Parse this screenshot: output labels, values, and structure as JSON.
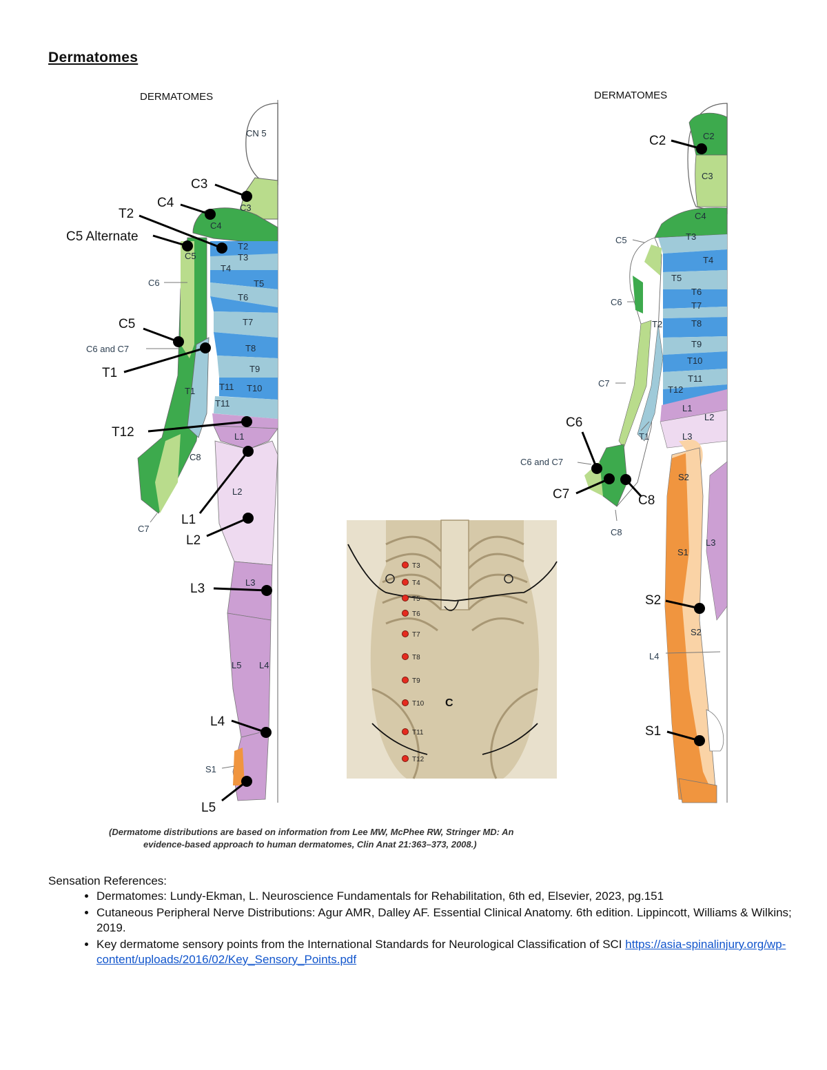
{
  "page_title": "Dermatomes",
  "figure_left": {
    "heading": "DERMATOMES",
    "caption_line1": "(Dermatome distributions are based on information from Lee MW, McPhee RW, Stringer MD: An",
    "caption_line2": "evidence-based approach to human dermatomes, Clin Anat 21:363–373, 2008.)",
    "segment_labels": {
      "cn5": "CN 5",
      "c3": "C3",
      "c4": "C4",
      "c5": "C5",
      "t2": "T2",
      "t3": "T3",
      "t4": "T4",
      "t5": "T5",
      "t6": "T6",
      "t7": "T7",
      "t8": "T8",
      "t9": "T9",
      "t10": "T10",
      "t11a": "T11",
      "t11b": "T11",
      "t1": "T1",
      "l1": "L1",
      "l2": "L2",
      "l3": "L3",
      "l4": "L4",
      "l5": "L5",
      "c8": "C8"
    },
    "side_labels": {
      "c6": "C6",
      "c6c7": "C6 and C7",
      "c7": "C7",
      "s1": "S1"
    },
    "callouts": {
      "c3": "C3",
      "c4": "C4",
      "t2": "T2",
      "c5alt": "C5 Alternate",
      "c5": "C5",
      "t1": "T1",
      "t12": "T12",
      "l1": "L1",
      "l2": "L2",
      "l3": "L3",
      "l4": "L4",
      "l5": "L5"
    }
  },
  "figure_center": {
    "points": [
      "T3",
      "T4",
      "T5",
      "T6",
      "T7",
      "T8",
      "T9",
      "T10",
      "T11",
      "T12"
    ],
    "umbilicus_label": "C"
  },
  "figure_right": {
    "heading": "DERMATOMES",
    "segment_labels": {
      "c2": "C2",
      "c3": "C3",
      "c4": "C4",
      "t3": "T3",
      "t4": "T4",
      "t5": "T5",
      "t6": "T6",
      "t7": "T7",
      "t8": "T8",
      "t9": "T9",
      "t10": "T10",
      "t11": "T11",
      "t12": "T12",
      "t2": "T2",
      "l1": "L1",
      "l2": "L2",
      "l3a": "L3",
      "s2a": "S2",
      "s1": "S1",
      "s2b": "S2",
      "l3b": "L3"
    },
    "side_labels": {
      "c5": "C5",
      "c6": "C6",
      "c7": "C7",
      "t1": "T1",
      "c6c7": "C6 and C7",
      "c8": "C8",
      "l4": "L4"
    },
    "callouts": {
      "c2": "C2",
      "c6": "C6",
      "c7": "C7",
      "c8": "C8",
      "s2": "S2",
      "s1": "S1"
    }
  },
  "references": {
    "heading": "Sensation References:",
    "items": [
      {
        "text": "Dermatomes: Lundy-Ekman, L. Neuroscience Fundamentals for Rehabilitation, 6th ed, Elsevier, 2023, pg.151"
      },
      {
        "text": "Cutaneous Peripheral Nerve Distributions: Agur AMR, Dalley AF. Essential Clinical Anatomy. 6th edition. Lippincott, Williams & Wilkins; 2019."
      },
      {
        "text": "Key dermatome sensory points from the International Standards for Neurological Classification of SCI ",
        "link": "https://asia-spinalinjury.org/wp-content/uploads/2016/02/Key_Sensory_Points.pdf"
      }
    ]
  },
  "colors": {
    "dark_green": "#3daa4d",
    "light_green": "#b9dc8c",
    "blue": "#4a9be0",
    "light_blue": "#9fcad9",
    "purple": "#cc9fd3",
    "light_purple": "#eedaf0",
    "orange": "#f0953f",
    "light_orange": "#fad3a6",
    "skin": "#cdbf9e"
  }
}
